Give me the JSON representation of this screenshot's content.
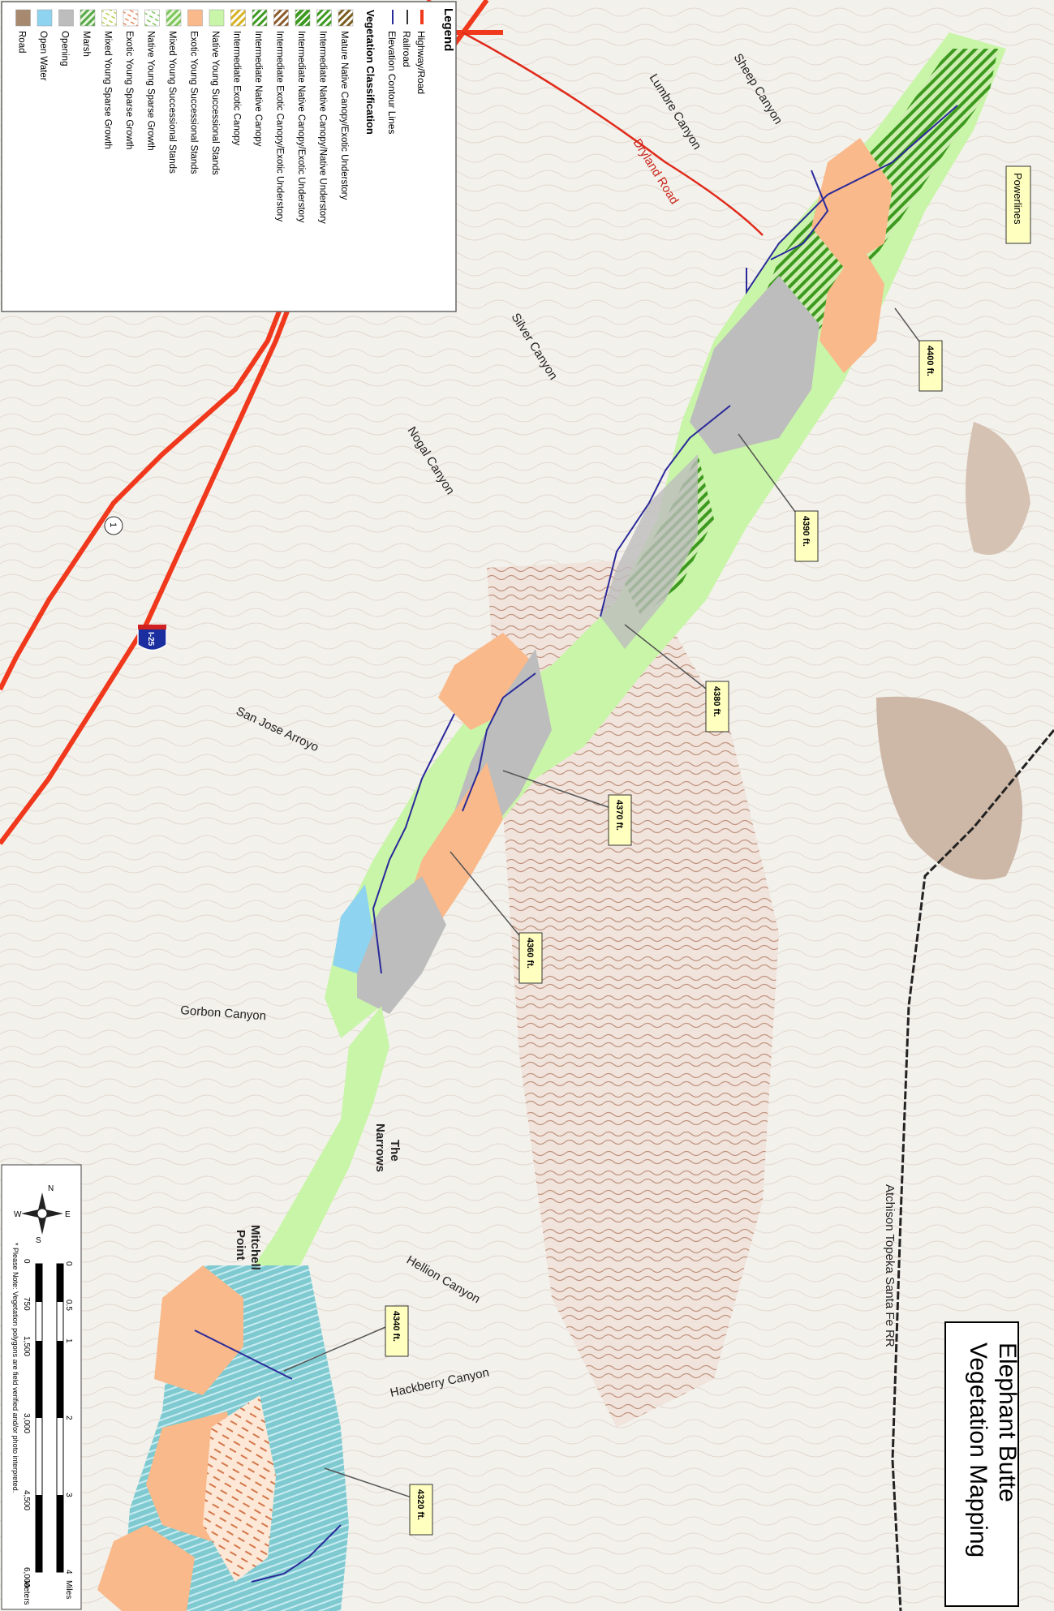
{
  "title": {
    "line1": "Elephant Butte",
    "line2": "Vegetation Mapping"
  },
  "legend": {
    "heading": "Legend",
    "lines": [
      {
        "label": "Highway/Road",
        "color": "#f0381c"
      },
      {
        "label": "Railroad",
        "color": "#333333"
      },
      {
        "label": "Elevation Contour Lines",
        "color": "#2a2a9a"
      }
    ],
    "veg_heading": "Vegetation Classification",
    "classes": [
      {
        "label": "Mature Native Canopy/Exotic Understory",
        "color": "#7a5c1e",
        "pattern": "mixed"
      },
      {
        "label": "Intermediate Native Canopy/Native Understory",
        "color": "#3c9a1e",
        "pattern": "hatch"
      },
      {
        "label": "Intermediate Native Canopy/Exotic Understory",
        "color": "#3c9a1e",
        "pattern": "hatch-dense"
      },
      {
        "label": "Intermediate Exotic Canopy/Exotic Understory",
        "color": "#8a5a2a",
        "pattern": "hatch"
      },
      {
        "label": "Intermediate Native Canopy",
        "color": "#3c9a1e",
        "pattern": "hatch"
      },
      {
        "label": "Intermediate Exotic Canopy",
        "color": "#d8b21e",
        "pattern": "hatch"
      },
      {
        "label": "Native Young Successional Stands",
        "color": "#c9f5a8",
        "pattern": "solid"
      },
      {
        "label": "Exotic Young Successional Stands",
        "color": "#f9b98a",
        "pattern": "solid"
      },
      {
        "label": "Mixed Young Successional Stands",
        "color": "#7cc65a",
        "pattern": "hatch-light"
      },
      {
        "label": "Native Young Sparse Growth",
        "color": "#7cc65a",
        "pattern": "dash"
      },
      {
        "label": "Exotic Young Sparse Growth",
        "color": "#e88a5a",
        "pattern": "dash"
      },
      {
        "label": "Mixed Young Sparse Growth",
        "color": "#b9d04a",
        "pattern": "dash"
      },
      {
        "label": "Marsh",
        "color": "#56a84a",
        "pattern": "hatch-light"
      },
      {
        "label": "Opening",
        "color": "#bdbdbd",
        "pattern": "solid"
      },
      {
        "label": "Open Water",
        "color": "#8ed3ef",
        "pattern": "solid"
      },
      {
        "label": "Road",
        "color": "#a6896e",
        "pattern": "solid"
      }
    ]
  },
  "place_labels": {
    "sheep": "Sheep Canyon",
    "lumbre": "Lumbre Canyon",
    "dryland": "Dryland Road",
    "silver": "Silver Canyon",
    "nogal": "Nogal Canyon",
    "sanjose": "San Jose Arroyo",
    "gorbon": "Gorbon Canyon",
    "narrows1": "The",
    "narrows2": "Narrows",
    "mitchell1": "Mitchell",
    "mitchell2": "Point",
    "hellion": "Hellion Canyon",
    "hackberry": "Hackberry Canyon",
    "railroad": "Atchison Topeka Santa Fe RR",
    "powerlines": "Powerlines"
  },
  "shields": {
    "interstate": "I-25",
    "state": "1"
  },
  "elevation_callouts": [
    "4400 ft.",
    "4390 ft.",
    "4380 ft.",
    "4370 ft.",
    "4360 ft.",
    "4340 ft.",
    "4320 ft."
  ],
  "scale_bar": {
    "miles_ticks": [
      "0",
      "0.5",
      "1",
      "2",
      "3",
      "4"
    ],
    "miles_unit": "Miles",
    "meter_ticks": [
      "0",
      "750",
      "1,500",
      "3,000",
      "4,500",
      "6,000"
    ],
    "meter_unit": "Meters",
    "note": "* Please Note: Vegetation polygons are field verified and/or photo interpreted."
  },
  "compass": {
    "n": "N",
    "s": "S",
    "e": "E",
    "w": "W"
  }
}
